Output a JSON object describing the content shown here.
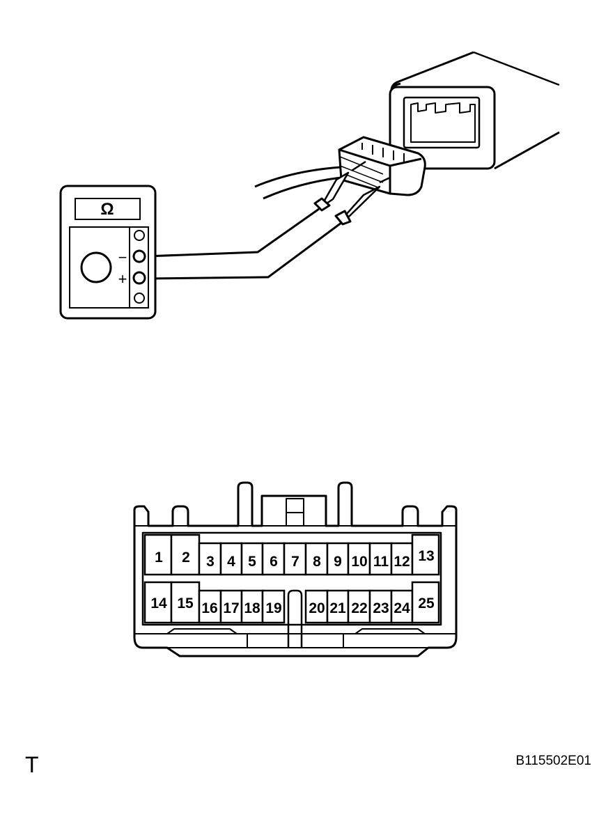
{
  "meter": {
    "display_symbol": "Ω",
    "minus_symbol": "−",
    "plus_symbol": "+"
  },
  "connector_pins": {
    "top_row": [
      "1",
      "2",
      "3",
      "4",
      "5",
      "6",
      "7",
      "8",
      "9",
      "10",
      "11",
      "12",
      "13"
    ],
    "bottom_row": [
      "14",
      "15",
      "16",
      "17",
      "18",
      "19",
      "20",
      "21",
      "22",
      "23",
      "24",
      "25"
    ]
  },
  "footer": {
    "corner_letter": "T",
    "figure_code": "B115502E01"
  },
  "colors": {
    "line": "#000000",
    "background": "#ffffff"
  }
}
